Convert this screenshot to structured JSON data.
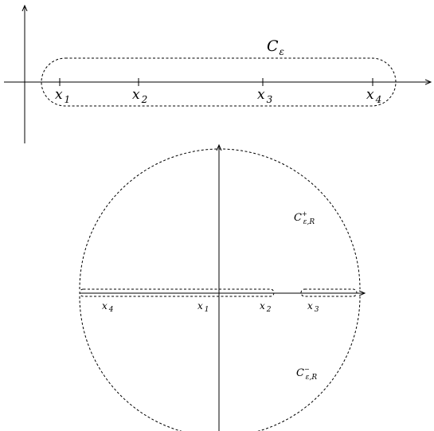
{
  "top": {
    "contour_label": "C",
    "contour_sub": "ε",
    "points": [
      {
        "base": "x",
        "sub": "1"
      },
      {
        "base": "x",
        "sub": "2"
      },
      {
        "base": "x",
        "sub": "3"
      },
      {
        "base": "x",
        "sub": "4"
      }
    ]
  },
  "bottom": {
    "upper_label": "C",
    "upper_sup": "+",
    "upper_sub": "ε,R",
    "lower_label": "C",
    "lower_sup": "−",
    "lower_sub": "ε,R",
    "points": [
      {
        "base": "x",
        "sub": "4"
      },
      {
        "base": "x",
        "sub": "1"
      },
      {
        "base": "x",
        "sub": "2"
      },
      {
        "base": "x",
        "sub": "3"
      }
    ]
  }
}
